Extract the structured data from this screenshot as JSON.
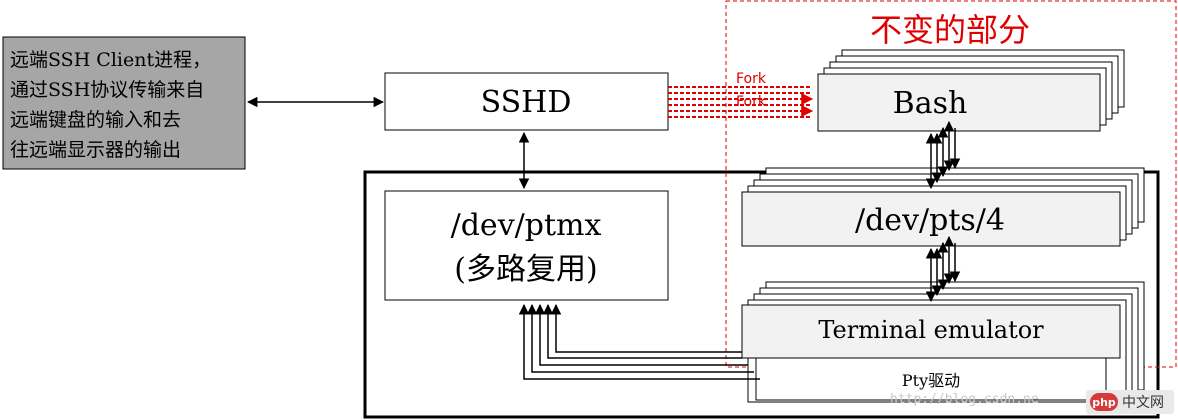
{
  "client": {
    "lines": [
      "远端SSH Client进程，",
      "通过SSH协议传输来自",
      "远端键盘的输入和去",
      "往远端显示器的输出"
    ]
  },
  "sshd": {
    "label": "SSHD"
  },
  "bash": {
    "label": "Bash"
  },
  "fork_labels": [
    "Fork",
    "Fork"
  ],
  "invariant_label": "不变的部分",
  "ptmx": {
    "line1": "/dev/ptmx",
    "line2": "(多路复用)"
  },
  "pts": {
    "label": "/dev/pts/4"
  },
  "terminal": {
    "label": "Terminal emulator"
  },
  "pty": {
    "label": "Pty驱动"
  },
  "watermark": {
    "url": "http://blog.csdn.ne",
    "badge_logo": "php",
    "badge_text": "中文网"
  },
  "colors": {
    "accent_red": "#e00000",
    "box_fill": "#f2f2f2",
    "client_fill": "#a6a6a6"
  }
}
